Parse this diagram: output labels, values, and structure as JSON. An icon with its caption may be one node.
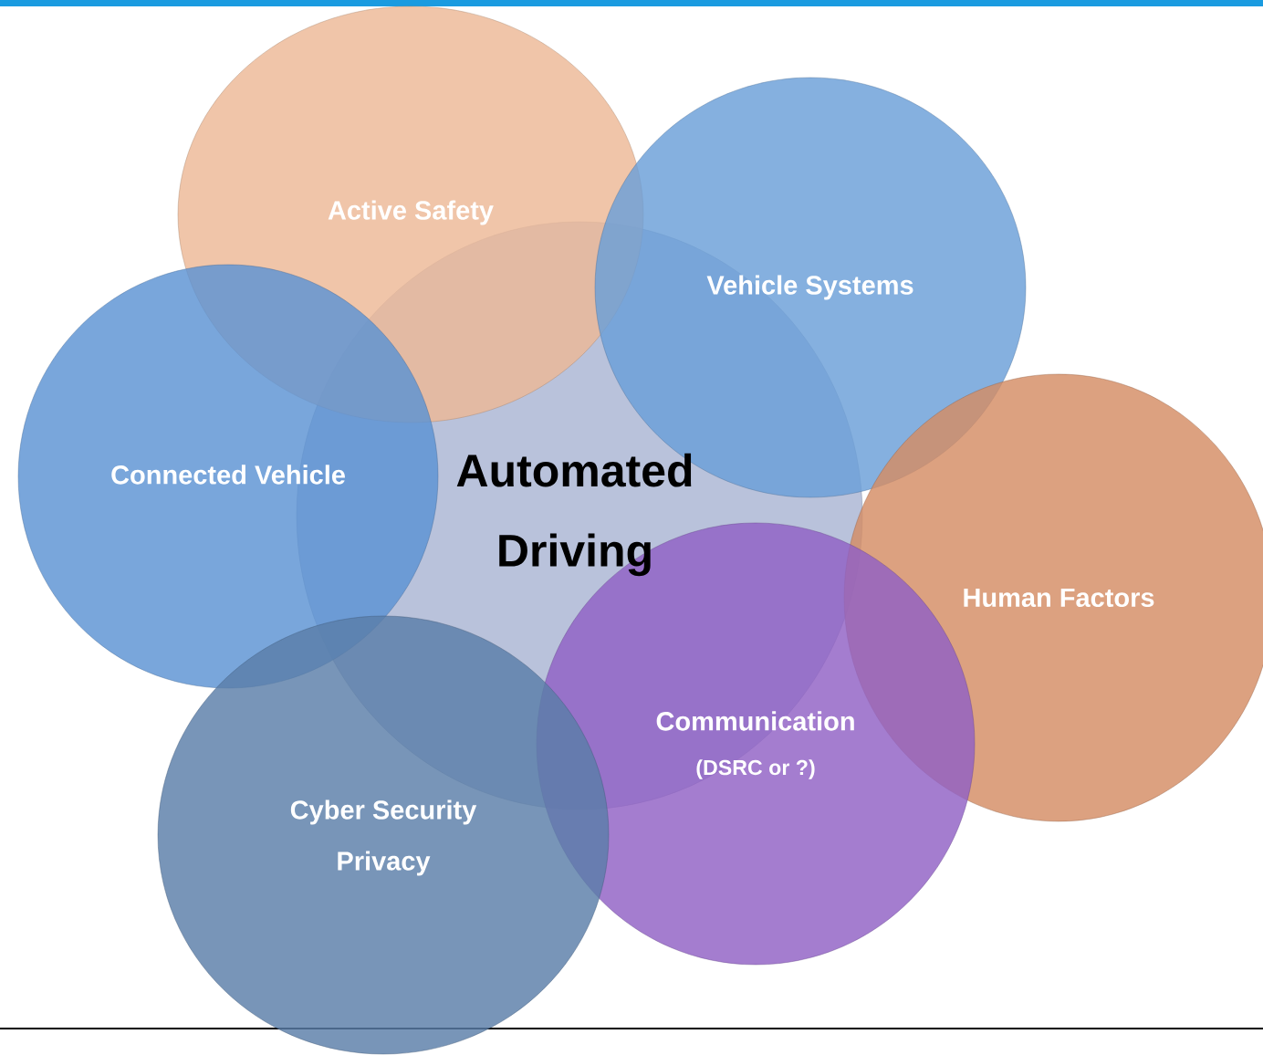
{
  "diagram": {
    "nodes": [
      {
        "text": [
          "Active Safety"
        ]
      },
      {
        "text": [
          "Vehicle Systems"
        ]
      },
      {
        "text": [
          "Connected Vehicle"
        ]
      },
      {
        "text": [
          "Automated Driving"
        ]
      },
      {
        "text": [
          "Human Factors"
        ]
      },
      {
        "text": [
          "Communication",
          "(DSRC or ?)"
        ]
      },
      {
        "text": [
          "Cyber Security",
          "Privacy"
        ]
      }
    ]
  }
}
